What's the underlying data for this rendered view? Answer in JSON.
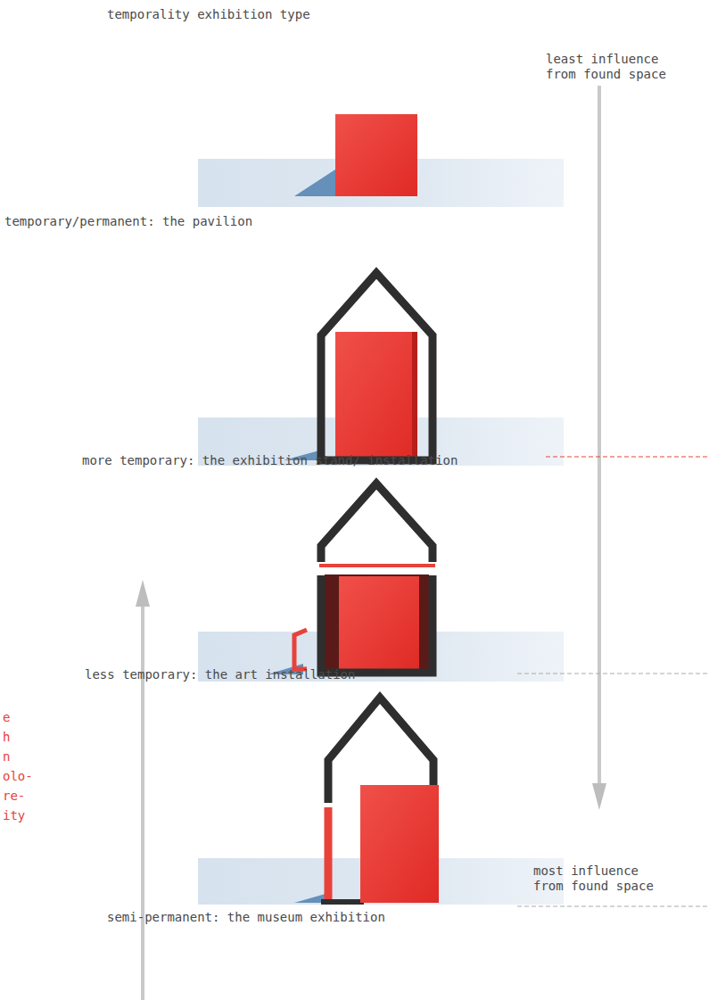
{
  "diagram": {
    "title": "temporality exhibition type",
    "labels": [
      "least influence from found space",
      "temporary/permanent: the pavilion",
      "more temporary: the exhibition stand/ installation",
      "less temporary: the art installation",
      "e",
      "h",
      "n",
      "olo-",
      "re-",
      "ity",
      "most influence from found space",
      "semi-permanent: the museum exhibition"
    ]
  }
}
